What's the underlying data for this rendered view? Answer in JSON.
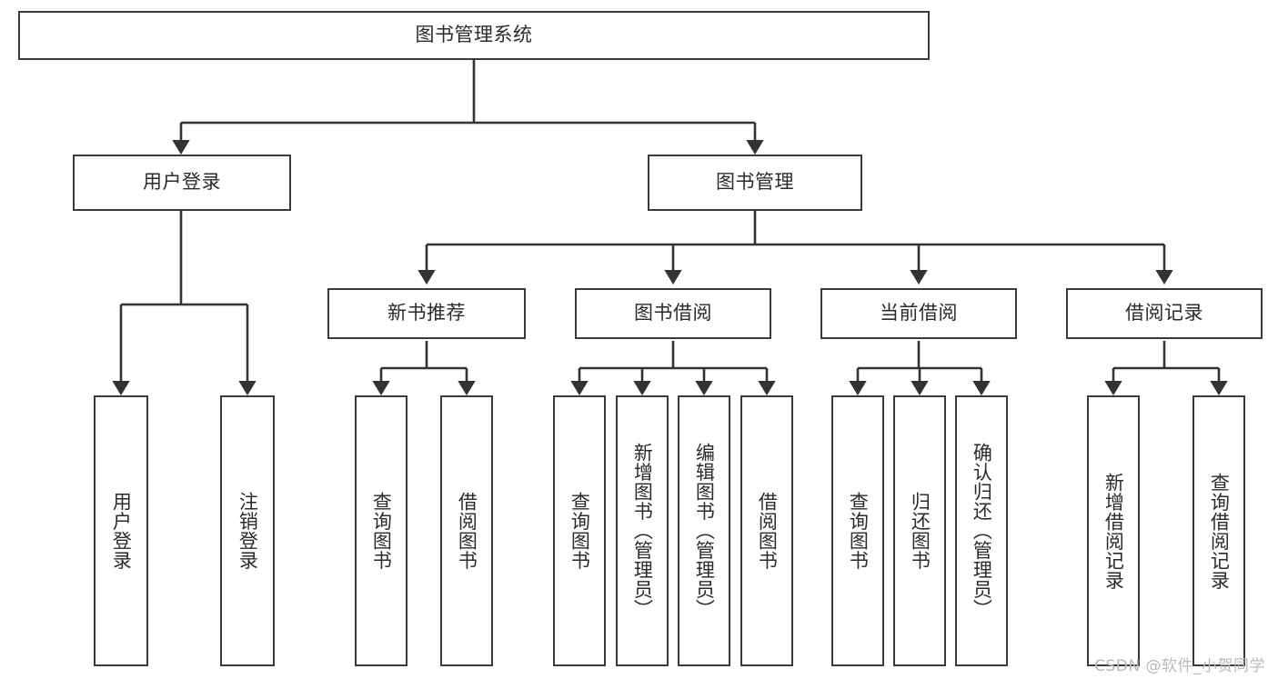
{
  "diagram": {
    "type": "tree-hierarchy",
    "title": "图书管理系统",
    "watermark": "CSDN @软件_小贺同学",
    "colors": {
      "box_border": "#3a3a3a",
      "box_fill": "#ffffff",
      "connector": "#333333",
      "text": "#2b2b2b",
      "watermark": "#b9b9b9",
      "background": "#ffffff"
    },
    "levels": {
      "root": {
        "label": "图书管理系统",
        "orientation": "horizontal"
      },
      "level2": [
        {
          "label": "用户登录",
          "orientation": "horizontal"
        },
        {
          "label": "图书管理",
          "orientation": "horizontal"
        }
      ],
      "level3": [
        {
          "label": "新书推荐",
          "orientation": "horizontal",
          "parent": "图书管理"
        },
        {
          "label": "图书借阅",
          "orientation": "horizontal",
          "parent": "图书管理"
        },
        {
          "label": "当前借阅",
          "orientation": "horizontal",
          "parent": "图书管理"
        },
        {
          "label": "借阅记录",
          "orientation": "horizontal",
          "parent": "图书管理"
        }
      ],
      "leaves": [
        {
          "label": "用户登录",
          "orientation": "vertical",
          "parent": "用户登录"
        },
        {
          "label": "注销登录",
          "orientation": "vertical",
          "parent": "用户登录"
        },
        {
          "label": "查询图书",
          "orientation": "vertical",
          "parent": "新书推荐"
        },
        {
          "label": "借阅图书",
          "orientation": "vertical",
          "parent": "新书推荐"
        },
        {
          "label": "查询图书",
          "orientation": "vertical",
          "parent": "图书借阅"
        },
        {
          "label": "新增图书（管理员）",
          "orientation": "vertical",
          "parent": "图书借阅"
        },
        {
          "label": "编辑图书（管理员）",
          "orientation": "vertical",
          "parent": "图书借阅"
        },
        {
          "label": "借阅图书",
          "orientation": "vertical",
          "parent": "图书借阅"
        },
        {
          "label": "查询图书",
          "orientation": "vertical",
          "parent": "当前借阅"
        },
        {
          "label": "归还图书",
          "orientation": "vertical",
          "parent": "当前借阅"
        },
        {
          "label": "确认归还（管理员）",
          "orientation": "vertical",
          "parent": "当前借阅"
        },
        {
          "label": "新增借阅记录",
          "orientation": "vertical",
          "parent": "借阅记录"
        },
        {
          "label": "查询借阅记录",
          "orientation": "vertical",
          "parent": "借阅记录"
        }
      ]
    }
  }
}
